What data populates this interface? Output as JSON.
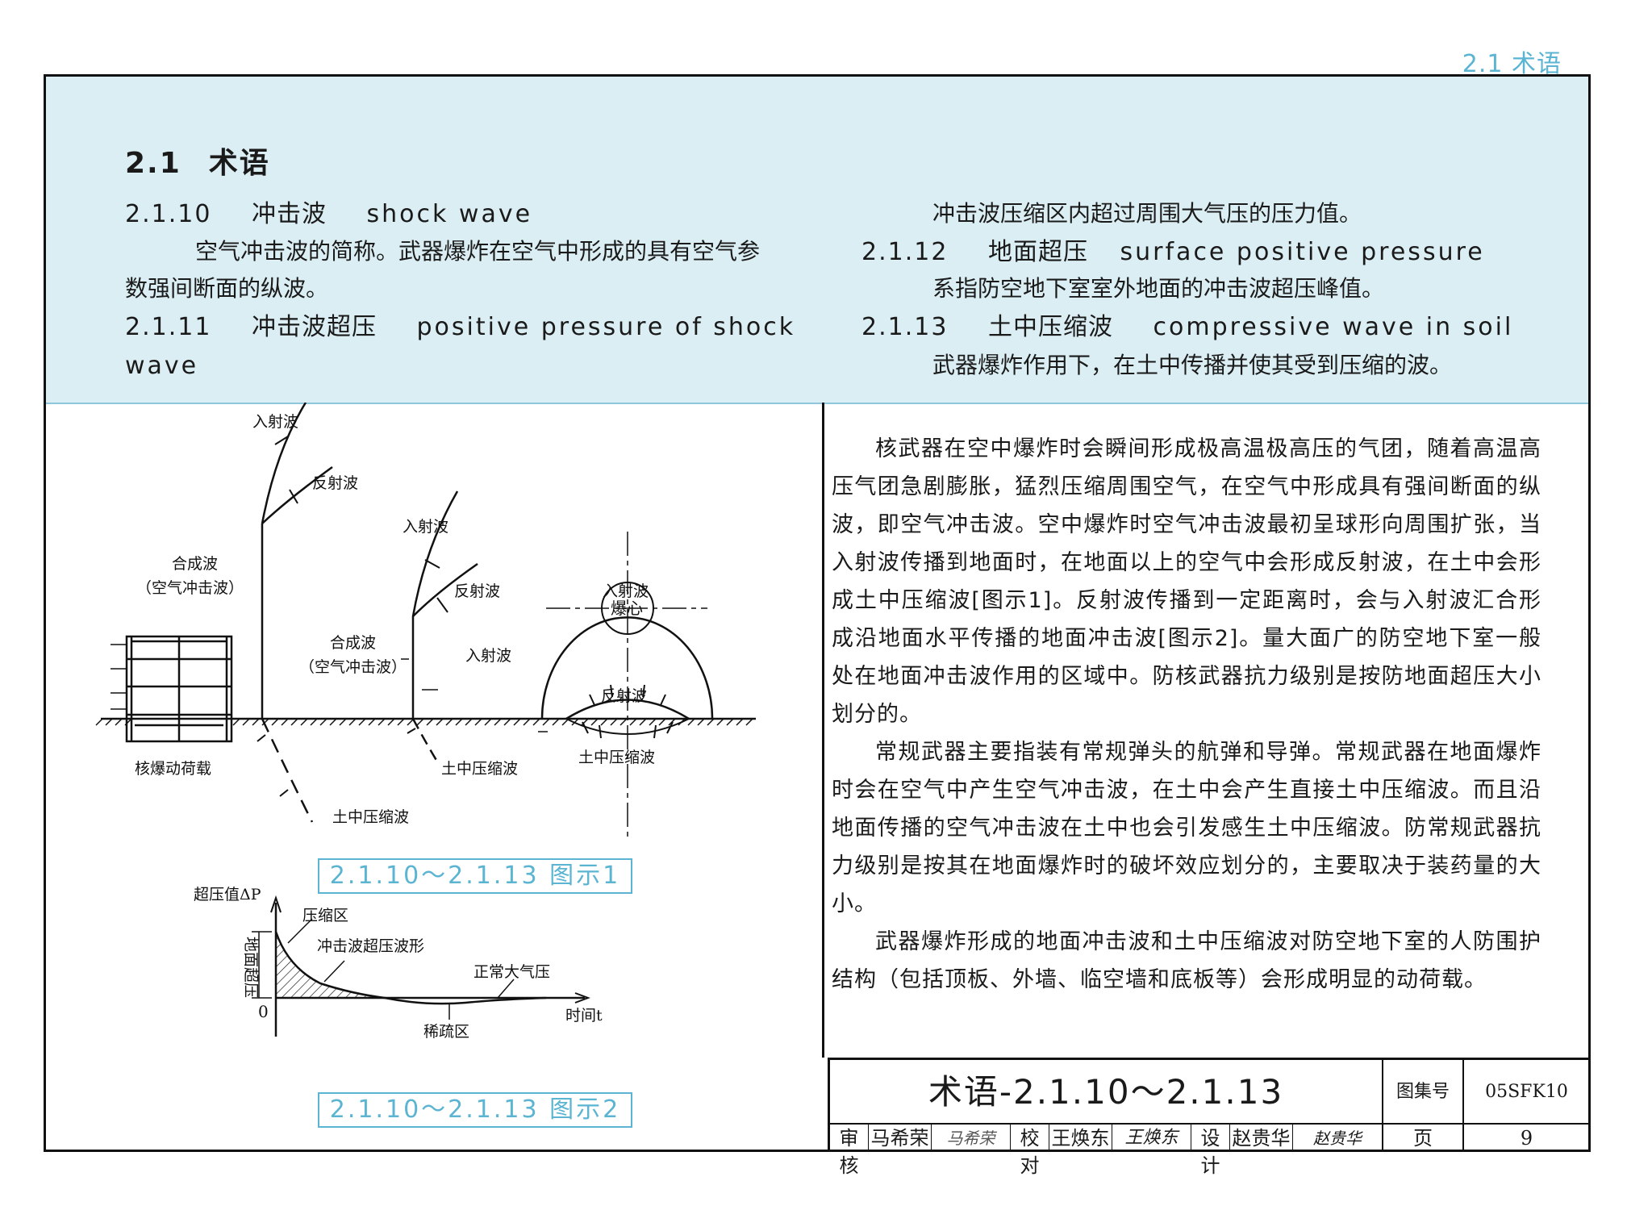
{
  "header": {
    "corner_title": "2.1 术语"
  },
  "section": {
    "number": "2.1",
    "title": "术语"
  },
  "terms": {
    "t10": {
      "num": "2.1.10",
      "zh": "冲击波",
      "en": "shock wave",
      "def_line1": "空气冲击波的简称。武器爆炸在空气中形成的具有空气参",
      "def_line2": "数强间断面的纵波。"
    },
    "t11": {
      "num": "2.1.11",
      "zh": "冲击波超压",
      "en": "positive pressure of shock",
      "en_cont": "wave",
      "def": "冲击波压缩区内超过周围大气压的压力值。"
    },
    "t12": {
      "num": "2.1.12",
      "zh": "地面超压",
      "en": "surface positive pressure",
      "def": "系指防空地下室室外地面的冲击波超压峰值。"
    },
    "t13": {
      "num": "2.1.13",
      "zh": "土中压缩波",
      "en": "compressive wave in soil",
      "def": "武器爆炸作用下，在土中传播并使其受到压缩的波。"
    }
  },
  "figure1": {
    "labels": {
      "incident1": "入射波",
      "reflected1": "反射波",
      "combined1": "合成波",
      "combined1_sub": "（空气冲击波）",
      "nuclear_load": "核爆动荷载",
      "soil_wave1": "土中压缩波",
      "incident2": "入射波",
      "reflected2": "反射波",
      "combined2": "合成波",
      "combined2_sub": "（空气冲击波）",
      "soil_wave2": "土中压缩波",
      "incident3": "入射波",
      "incident4": "入射波",
      "burst_center": "爆心",
      "reflected3": "反射波",
      "soil_wave3": "土中压缩波"
    },
    "caption": "2.1.10～2.1.13 图示1"
  },
  "figure2": {
    "labels": {
      "y_axis": "超压值ΔP",
      "compression": "压缩区",
      "surface_overpressure": "地面超压",
      "waveform": "冲击波超压波形",
      "ambient": "正常大气压",
      "origin": "0",
      "rarefaction": "稀疏区",
      "x_axis": "时间t"
    },
    "caption": "2.1.10～2.1.13 图示2"
  },
  "body": {
    "p1": "核武器在空中爆炸时会瞬间形成极高温极高压的气团，随着高温高压气团急剧膨胀，猛烈压缩周围空气，在空气中形成具有强间断面的纵波，即空气冲击波。空中爆炸时空气冲击波最初呈球形向周围扩张，当入射波传播到地面时，在地面以上的空气中会形成反射波，在土中会形成土中压缩波[图示1]。反射波传播到一定距离时，会与入射波汇合形成沿地面水平传播的地面冲击波[图示2]。量大面广的防空地下室一般处在地面冲击波作用的区域中。防核武器抗力级别是按防地面超压大小划分的。",
    "p2": "常规武器主要指装有常规弹头的航弹和导弹。常规武器在地面爆炸时会在空气中产生空气冲击波，在土中会产生直接土中压缩波。而且沿地面传播的空气冲击波在土中也会引发感生土中压缩波。防常规武器抗力级别是按其在地面爆炸时的破坏效应划分的，主要取决于装药量的大小。",
    "p3": "武器爆炸形成的地面冲击波和土中压缩波对防空地下室的人防围护结构（包括顶板、外墙、临空墙和底板等）会形成明显的动荷载。"
  },
  "title_block": {
    "title": "术语-2.1.10～2.1.13",
    "atlas_label": "图集号",
    "atlas_no": "05SFK10",
    "review_label": "审核",
    "reviewer": "马希荣",
    "reviewer_sig": "马希荣",
    "check_label": "校对",
    "checker": "王焕东",
    "checker_sig": "王焕东",
    "design_label": "设计",
    "designer": "赵贵华",
    "designer_sig": "赵贵华",
    "page_label": "页",
    "page_no": "9"
  }
}
